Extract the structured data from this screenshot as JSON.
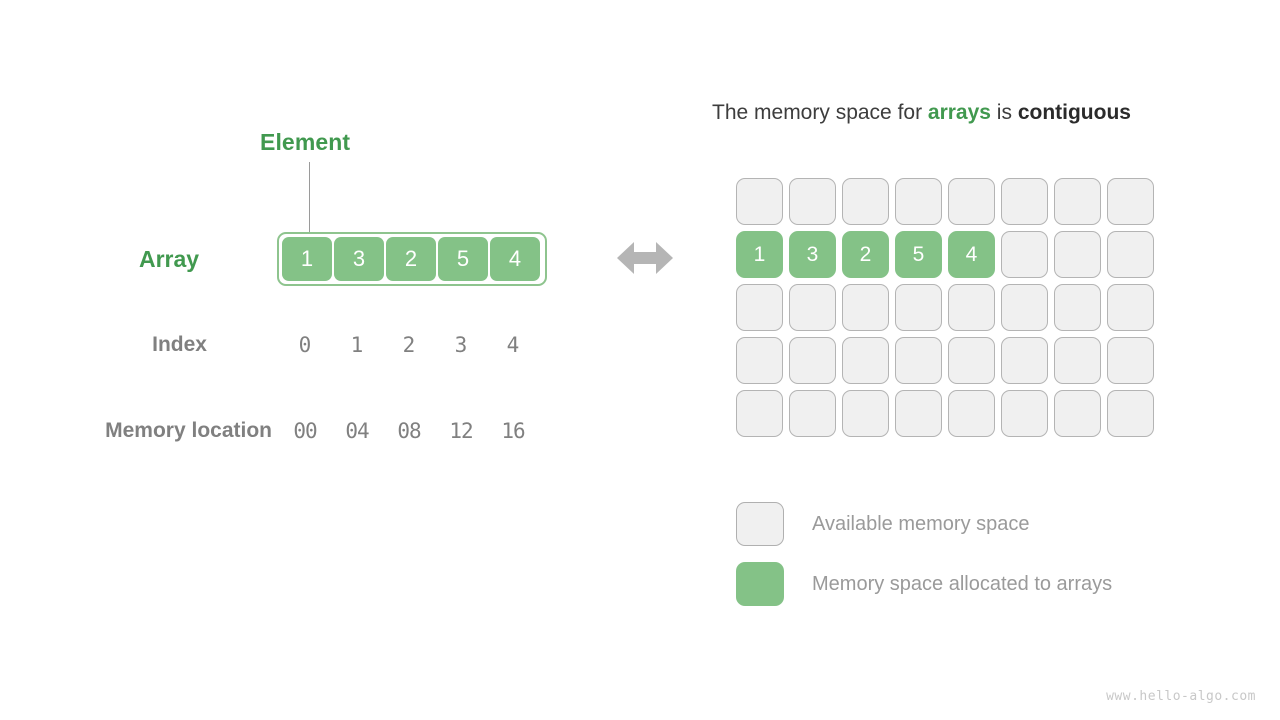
{
  "figure": {
    "title_plain": "The memory space for arrays is contiguous",
    "watermark": "www.hello-algo.com"
  },
  "headline": {
    "part1": "The memory space for ",
    "highlight": "arrays",
    "part2": " is ",
    "bold": "contiguous"
  },
  "left_panel": {
    "element_label": "Element",
    "array_label": "Array",
    "index_label": "Index",
    "memory_label": "Memory location",
    "array_values": [
      "1",
      "3",
      "2",
      "5",
      "4"
    ],
    "index_values": [
      "0",
      "1",
      "2",
      "3",
      "4"
    ],
    "memory_values": [
      "00",
      "04",
      "08",
      "12",
      "16"
    ],
    "arrow_icon": "double-headed-horizontal-arrow"
  },
  "memory_grid": {
    "columns": 8,
    "rows": 5,
    "filled_row_index": 1,
    "filled_values": [
      "1",
      "3",
      "2",
      "5",
      "4"
    ],
    "cells": [
      [
        "",
        "",
        "",
        "",
        "",
        "",
        "",
        ""
      ],
      [
        "1",
        "3",
        "2",
        "5",
        "4",
        "",
        "",
        ""
      ],
      [
        "",
        "",
        "",
        "",
        "",
        "",
        "",
        ""
      ],
      [
        "",
        "",
        "",
        "",
        "",
        "",
        "",
        ""
      ],
      [
        "",
        "",
        "",
        "",
        "",
        "",
        "",
        ""
      ]
    ]
  },
  "legend": {
    "items": [
      {
        "swatch": "empty",
        "label": "Available memory space"
      },
      {
        "swatch": "filled",
        "label": "Memory space allocated to arrays"
      }
    ]
  },
  "colors": {
    "green_fill": "#84c287",
    "green_text": "#41994f",
    "cell_empty_fill": "#f0f0f0",
    "cell_empty_border": "#b4b4b4",
    "gray_text": "#808080",
    "legend_text": "#9a9a9a",
    "arrow": "#b5b5b5"
  }
}
